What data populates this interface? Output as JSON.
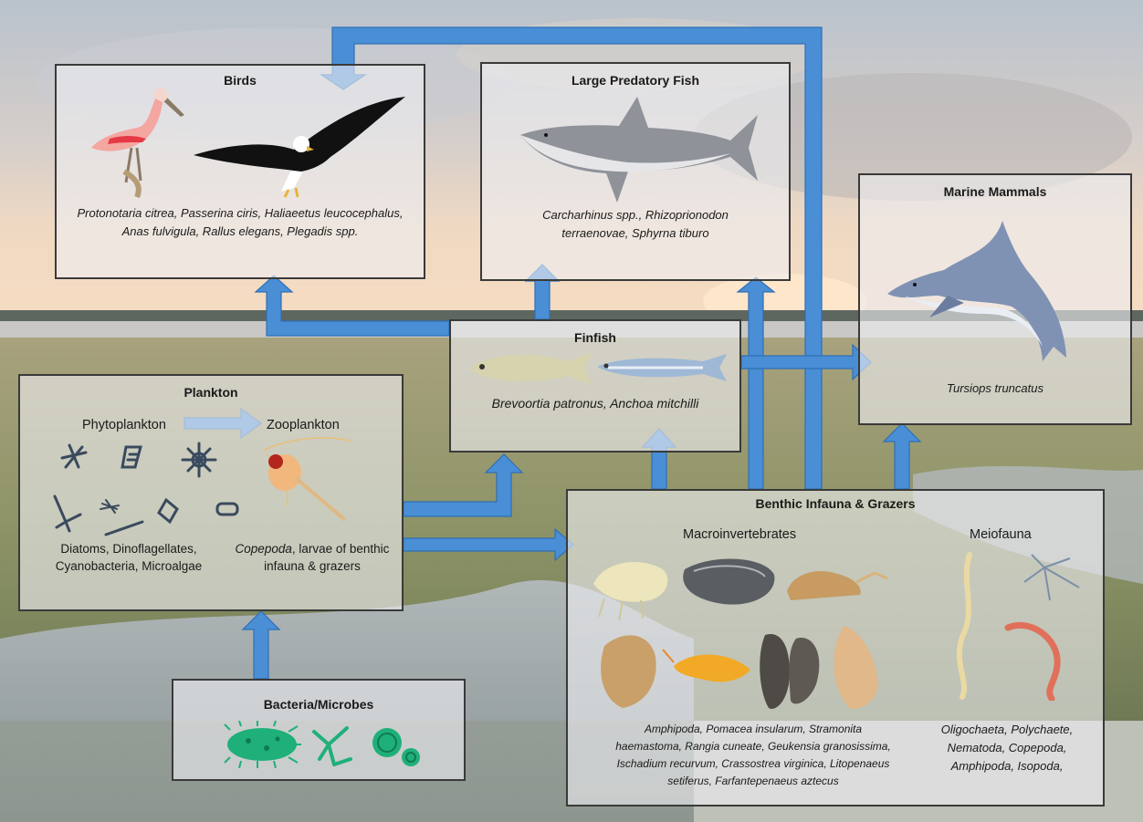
{
  "colors": {
    "arrow": "#4a8fd6",
    "arrow_stroke": "#2f6fb5",
    "box_border": "#3a3a3a",
    "box_fill": "rgba(238,238,240,0.62)",
    "plankton_icon": "#3a4a5e",
    "microbe": "#1fb07a"
  },
  "boxes": {
    "birds": {
      "title": "Birds",
      "species": "Protonotaria citrea, Passerina ciris, Haliaeetus leucocephalus, Anas fulvigula, Rallus elegans, Plegadis spp."
    },
    "large_predatory_fish": {
      "title": "Large Predatory Fish",
      "species": "Carcharhinus spp., Rhizoprionodon terraenovae, Sphyrna tiburo"
    },
    "marine_mammals": {
      "title": "Marine Mammals",
      "species": "Tursiops truncatus"
    },
    "finfish": {
      "title": "Finfish",
      "species": "Brevoortia patronus, Anchoa mitchilli"
    },
    "plankton": {
      "title": "Plankton",
      "phyto_label": "Phytoplankton",
      "zoo_label": "Zooplankton",
      "phyto_taxa": "Diatoms, Dinoflagellates, Cyanobacteria, Microalgae",
      "zoo_taxa_italic": "Copepoda",
      "zoo_taxa_rest": ", larvae of benthic infauna & grazers"
    },
    "benthic": {
      "title": "Benthic Infauna & Grazers",
      "macro_label": "Macroinvertebrates",
      "meio_label": "Meiofauna",
      "macro_species": "Amphipoda, Pomacea insularum, Stramonita haemastoma, Rangia cuneate, Geukensia granosissima, Ischadium recurvum, Crassostrea virginica, Litopenaeus setiferus, Farfantepenaeus aztecus",
      "meio_species": "Oligochaeta, Polychaete, Nematoda, Copepoda, Amphipoda, Isopoda,"
    },
    "bacteria": {
      "title": "Bacteria/Microbes"
    }
  },
  "icons": [
    "spoonbill-icon",
    "eagle-icon",
    "shark-icon",
    "dolphin-icon",
    "menhaden-icon",
    "anchovy-icon",
    "copepod-icon",
    "amphipod-icon",
    "oyster-icon",
    "snail-icon",
    "clam-icon",
    "shrimp-icon",
    "mussel-icon",
    "whelk-icon",
    "oligochaete-icon",
    "copepod-small-icon",
    "polychaete-icon",
    "bacterium-icon",
    "filament-icon",
    "coccus-icon"
  ]
}
